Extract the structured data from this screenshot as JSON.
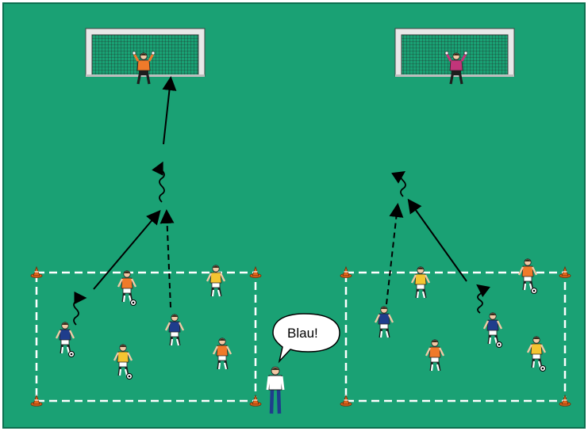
{
  "colors": {
    "pitch": "#1aa174",
    "pitch_border": "#0d6f4f",
    "line": "#ffffff",
    "team_blue": "#1f3d8c",
    "team_orange": "#f07a2a",
    "team_yellow": "#f4c531",
    "keeper_left": "#f07a2a",
    "keeper_right": "#c2357a",
    "cone": "#e2671d",
    "arrow": "#000000"
  },
  "coach": {
    "speech": "Blau!"
  },
  "goals": [
    {
      "name": "goal-left",
      "keeper_color": "keeper_left"
    },
    {
      "name": "goal-right",
      "keeper_color": "keeper_right"
    }
  ],
  "players": {
    "left_field": [
      {
        "shirt": "team_blue",
        "ball": true,
        "dribbling": true
      },
      {
        "shirt": "team_orange",
        "ball": true
      },
      {
        "shirt": "team_yellow",
        "ball": false
      },
      {
        "shirt": "team_yellow",
        "ball": true
      },
      {
        "shirt": "team_blue",
        "ball": false,
        "running": true
      },
      {
        "shirt": "team_orange",
        "ball": false
      }
    ],
    "right_field": [
      {
        "shirt": "team_blue",
        "ball": false,
        "running": true
      },
      {
        "shirt": "team_yellow",
        "ball": false
      },
      {
        "shirt": "team_orange",
        "ball": true
      },
      {
        "shirt": "team_blue",
        "ball": true,
        "dribbling": true
      },
      {
        "shirt": "team_orange",
        "ball": false
      },
      {
        "shirt": "team_yellow",
        "ball": true
      }
    ]
  },
  "icons": {
    "cone": "cone-icon",
    "ball": "ball-icon",
    "goal": "goal-icon",
    "player": "player-icon",
    "coach": "coach-icon"
  }
}
